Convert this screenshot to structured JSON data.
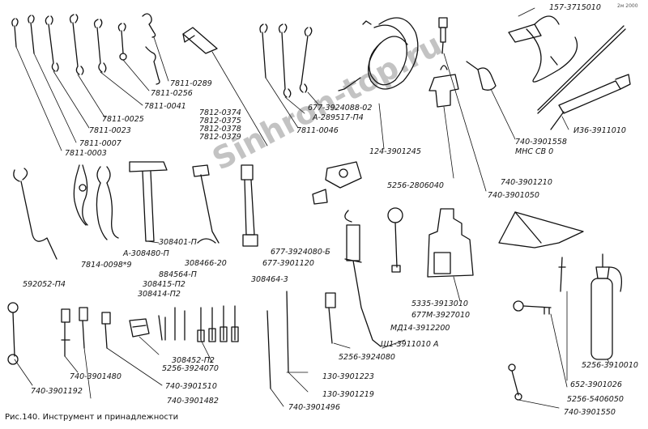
{
  "caption": "Рис.140. Инструмент и принадлежности",
  "watermark": "Sinhron-top.ru",
  "corner_mark": "2м 2000",
  "labels": [
    "157-3715010",
    "7811-0289",
    "7811-0256",
    "7811-0041",
    "7811-0025",
    "7811-0023",
    "7811-0007",
    "7811-0003",
    "7812-0374",
    "7812-0375",
    "7812-0378",
    "7812-0379",
    "677-3924088-02",
    "А-289517-П4",
    "7811-0046",
    "124-3901245",
    "740-3901558",
    "И36-3911010",
    "МНС СВ 0",
    "740-3901210",
    "740-3901050",
    "5256-2806040",
    "308401-П",
    "А-308480-П",
    "7814-0098*9",
    "677-3924080-Б",
    "677-3901120",
    "308466-20",
    "884564-П",
    "308415-П2",
    "308414-П2",
    "592052-П4",
    "308464-3",
    "5335-3913010",
    "677М-3927010",
    "МД14-3912200",
    "Ш1-3911010 А",
    "5256-3924080",
    "130-3901223",
    "130-3901219",
    "740-3901496",
    "740-3901480",
    "740-3901192",
    "308452-П2",
    "5256-3924070",
    "740-3901510",
    "740-3901482",
    "5256-3910010",
    "652-3901026",
    "5256-5406050",
    "740-3901550"
  ]
}
